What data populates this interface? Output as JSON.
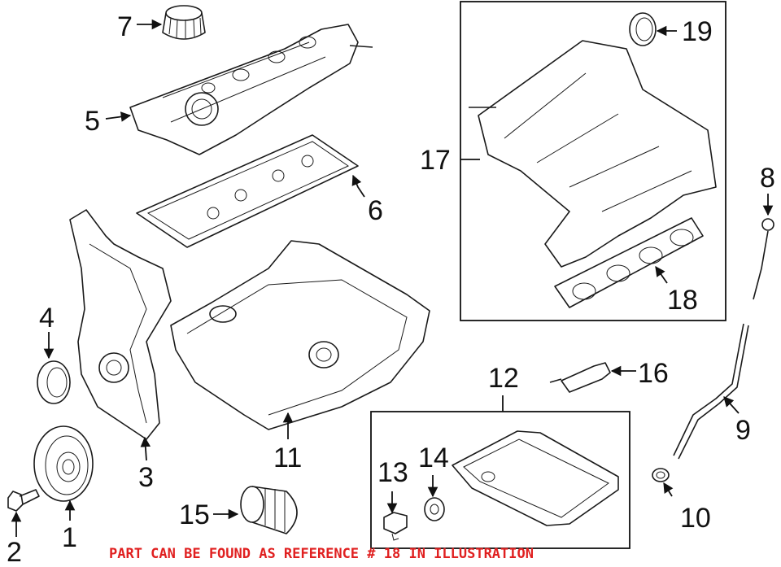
{
  "diagram": {
    "callouts": {
      "n1": "1",
      "n2": "2",
      "n3": "3",
      "n4": "4",
      "n5": "5",
      "n6": "6",
      "n7": "7",
      "n8": "8",
      "n9": "9",
      "n10": "10",
      "n11": "11",
      "n12": "12",
      "n13": "13",
      "n14": "14",
      "n15": "15",
      "n16": "16",
      "n17": "17",
      "n18": "18",
      "n19": "19"
    },
    "notice": "PART CAN BE FOUND AS REFERENCE # 18 IN ILLUSTRATION",
    "notice_color": "#e02020"
  }
}
